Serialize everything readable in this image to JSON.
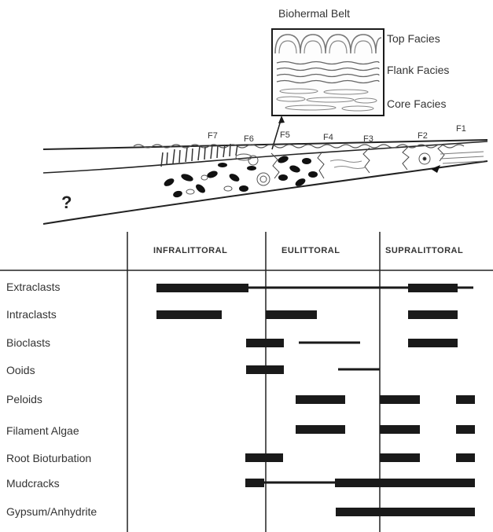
{
  "inset": {
    "title": "Biohermal Belt",
    "facies": [
      "Top Facies",
      "Flank Facies",
      "Core Facies"
    ]
  },
  "cross_section": {
    "facies_labels": [
      "F7",
      "F6",
      "F5",
      "F4",
      "F3",
      "F2",
      "F1"
    ],
    "unknown_marker": "?"
  },
  "zones": [
    "INFRALITTORAL",
    "EULITTORAL",
    "SUPRALITTORAL"
  ],
  "components": [
    "Extraclasts",
    "Intraclasts",
    "Bioclasts",
    "Ooids",
    "Peloids",
    "Filament Algae",
    "Root Bioturbation",
    "Mudcracks",
    "Gypsum/Anhydrite"
  ],
  "colors": {
    "ink": "#1a1a1a",
    "text": "#333333",
    "background": "#ffffff"
  }
}
